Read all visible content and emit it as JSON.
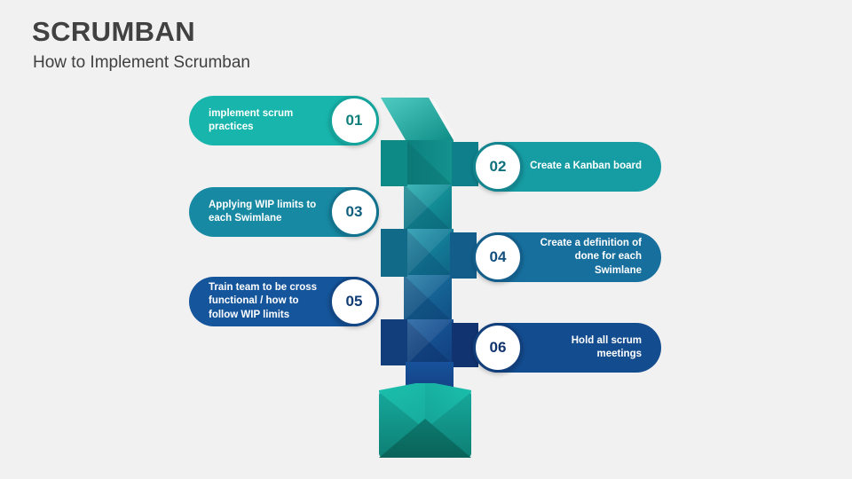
{
  "slide": {
    "title": "SCRUMBAN",
    "subtitle": "How to Implement Scrumban",
    "background_color": "#f1f1f1",
    "title_color": "#414141"
  },
  "diagram": {
    "type": "zigzag-ribbon-process",
    "step_count": 6,
    "envelope": {
      "name": "envelope-graphic",
      "flap_color": "#17b0a2",
      "left_color": "#128a7e",
      "right_color": "#128a7e",
      "bottom_color": "#0d6b63",
      "arrow_color": "#123d7e"
    },
    "steps": [
      {
        "number": "01",
        "label": "implement scrum practices",
        "side": "left",
        "color": "#18b5ac",
        "ribbon_color": "#0f8f89"
      },
      {
        "number": "02",
        "label": "Create a Kanban board",
        "side": "right",
        "color": "#169ca3",
        "ribbon_color": "#107f8c"
      },
      {
        "number": "03",
        "label": "Applying WIP limits to each Swimlane",
        "side": "left",
        "color": "#1789a3",
        "ribbon_color": "#136f8d"
      },
      {
        "number": "04",
        "label": "Create a definition of done for each Swimlane",
        "side": "right",
        "color": "#176f9e",
        "ribbon_color": "#145c8a"
      },
      {
        "number": "05",
        "label": "Train team to be cross functional / how to follow WIP limits",
        "side": "left",
        "color": "#15559b",
        "ribbon_color": "#134782"
      },
      {
        "number": "06",
        "label": "Hold all scrum meetings",
        "side": "right",
        "color": "#134c8f",
        "ribbon_color": "#123d7e"
      }
    ]
  }
}
